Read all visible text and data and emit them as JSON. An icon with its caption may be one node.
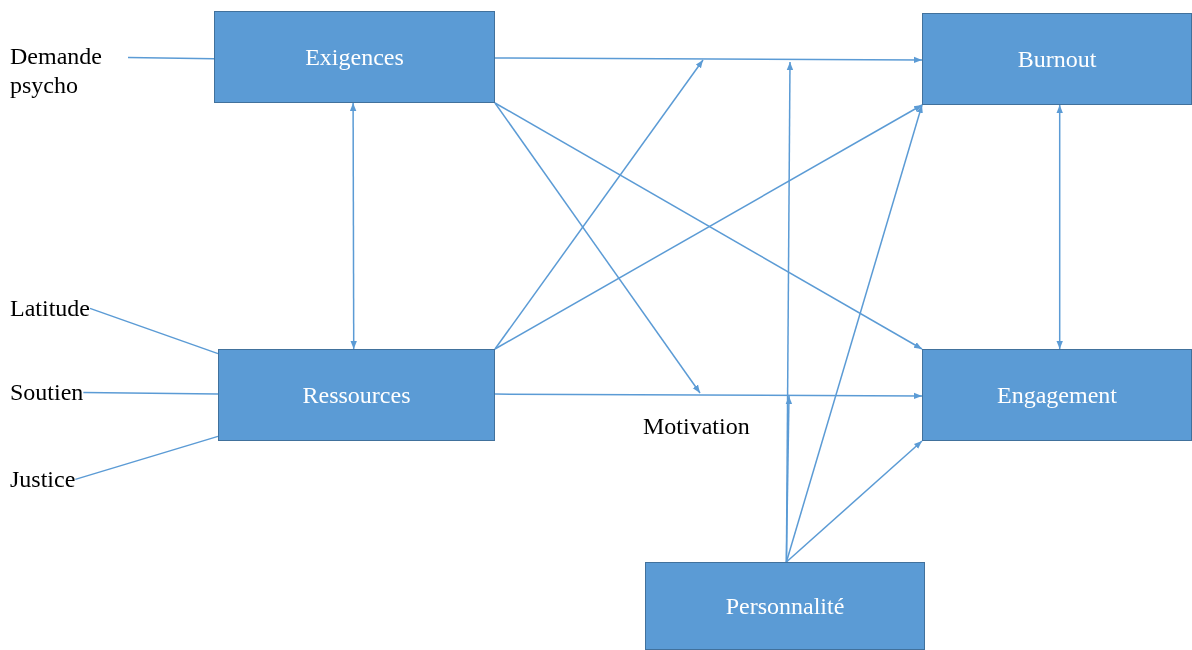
{
  "diagram": {
    "nodes": [
      {
        "text": [
          "Demande psycho"
        ]
      },
      {
        "text": [
          "Exigences"
        ]
      },
      {
        "text": [
          "Burnout"
        ]
      },
      {
        "text": [
          "Latitude"
        ]
      },
      {
        "text": [
          "Soutien"
        ]
      },
      {
        "text": [
          "Ressources"
        ]
      },
      {
        "text": [
          "Engagement"
        ]
      },
      {
        "text": [
          "Justice"
        ]
      },
      {
        "text": [
          "Personnalité"
        ]
      }
    ],
    "edges": [
      {
        "from": 0,
        "to": 1,
        "arrow": "none"
      },
      {
        "from": 3,
        "to": 5,
        "arrow": "none"
      },
      {
        "from": 4,
        "to": 5,
        "arrow": "none"
      },
      {
        "from": 7,
        "to": 5,
        "arrow": "none"
      },
      {
        "from": 1,
        "to": 2,
        "arrow": "to"
      },
      {
        "from": 1,
        "to": 5,
        "arrow": "both"
      },
      {
        "from": 2,
        "to": 6,
        "arrow": "both"
      },
      {
        "from": 5,
        "to": 6,
        "arrow": "to"
      },
      {
        "from": 1,
        "to": 6,
        "arrow": "to"
      },
      {
        "from": 5,
        "to": 2,
        "arrow": "to"
      },
      {
        "from": 1,
        "to": null,
        "arrow": "to"
      },
      {
        "from": 5,
        "to": null,
        "arrow": "to"
      },
      {
        "from": 8,
        "to": null,
        "arrow": "to"
      },
      {
        "from": 8,
        "to": null,
        "arrow": "to"
      },
      {
        "from": 8,
        "to": 2,
        "arrow": "to"
      },
      {
        "from": 8,
        "to": 6,
        "arrow": "to"
      }
    ],
    "labels": [
      "Motivation"
    ]
  }
}
